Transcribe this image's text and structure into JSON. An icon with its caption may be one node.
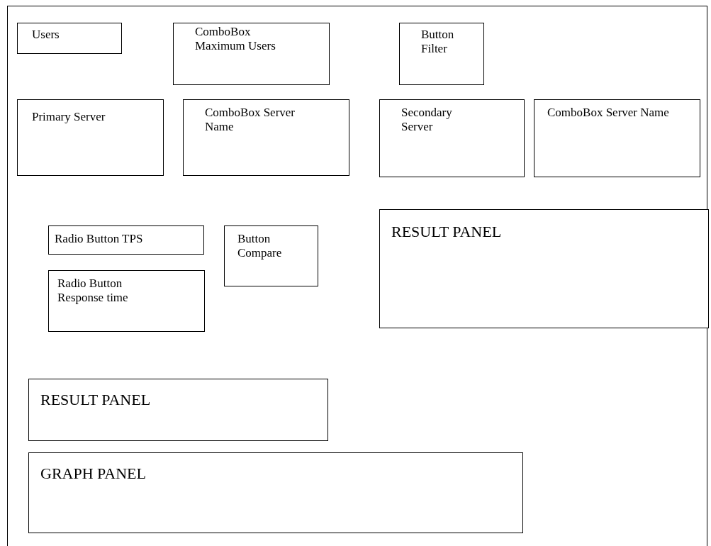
{
  "diagram": {
    "nodes": [
      {
        "text": [
          "Users"
        ]
      },
      {
        "text": [
          "ComboBox Maximum Users"
        ]
      },
      {
        "text": [
          "Button Filter"
        ]
      },
      {
        "text": [
          "Primary Server"
        ]
      },
      {
        "text": [
          "ComboBox Server Name"
        ]
      },
      {
        "text": [
          "Secondary Server"
        ]
      },
      {
        "text": [
          "ComboBox Server Name"
        ]
      },
      {
        "text": [
          "Radio Button TPS"
        ]
      },
      {
        "text": [
          "Button Compare"
        ]
      },
      {
        "text": [
          "RESULT PANEL"
        ]
      },
      {
        "text": [
          "Radio Button Response time"
        ]
      },
      {
        "text": [
          "RESULT PANEL"
        ]
      },
      {
        "text": [
          "GRAPH PANEL"
        ]
      }
    ]
  }
}
